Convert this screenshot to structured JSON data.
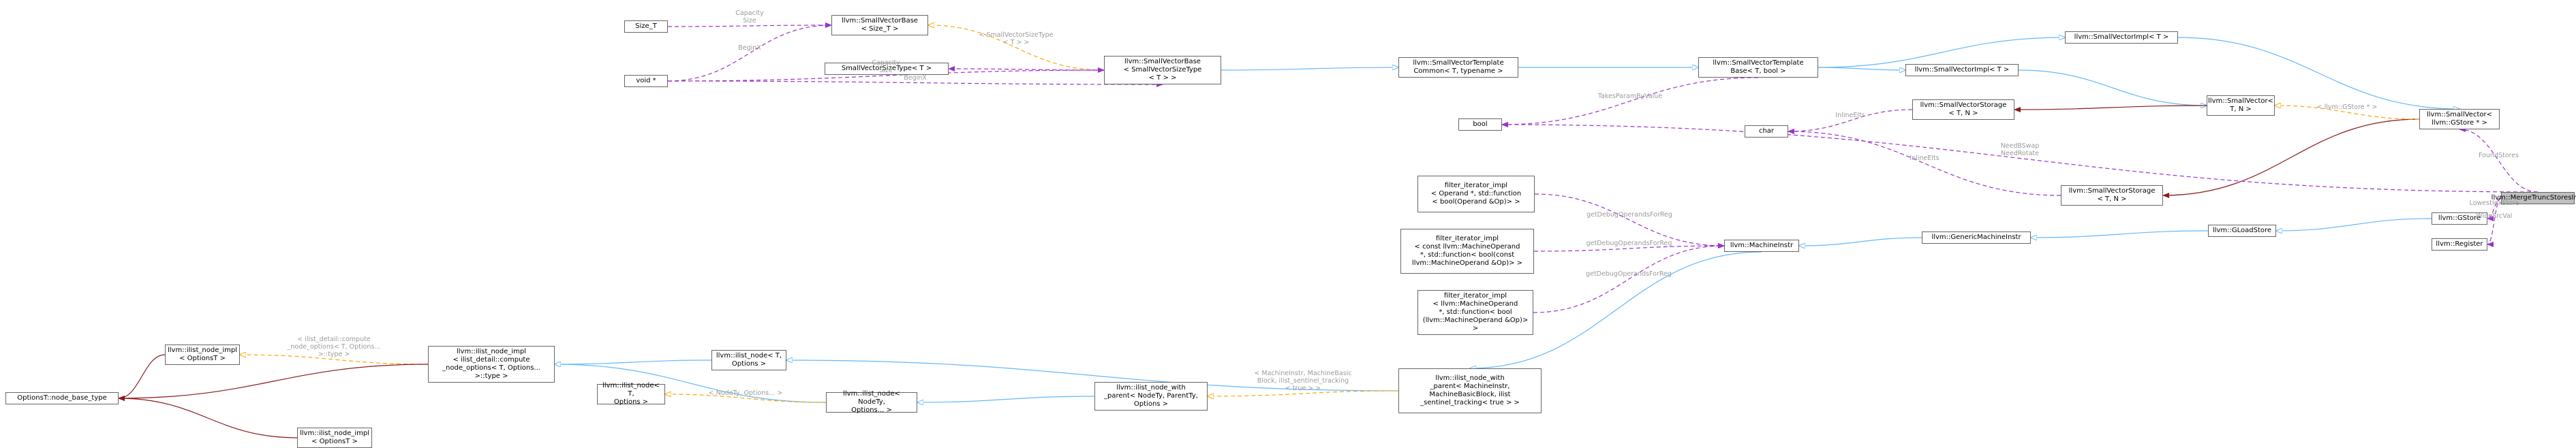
{
  "colors": {
    "inherit": "#63b8ff",
    "usage": "#9a32cd",
    "template": "#ffa500",
    "private": "#8b1a1a",
    "node_border": "#666666",
    "focus_fill": "#bfbfbf",
    "label": "#9a9a9a"
  },
  "nodes": {
    "merge": "llvm::MergeTruncStoresInfo",
    "smallvector_gstore": "llvm::SmallVector<\nllvm::GStore * >",
    "gstore": "llvm::GStore",
    "register": "llvm::Register",
    "gloadstore": "llvm::GLoadStore",
    "generic_mi": "llvm::GenericMachineInstr",
    "machineinstr": "llvm::MachineInstr",
    "fi1": "filter_iterator_impl\n< Operand *, std::function\n< bool(Operand &Op)> >",
    "fi2": "filter_iterator_impl\n< const llvm::MachineOperand\n *, std::function< bool(const\n llvm::MachineOperand &Op)> >",
    "fi3": "filter_iterator_impl\n< llvm::MachineOperand\n *, std::function< bool\n(llvm::MachineOperand &Op)> >",
    "ilnwp_mi": "llvm::ilist_node_with\n_parent< MachineInstr,\n MachineBasicBlock, ilist\n_sentinel_tracking< true > >",
    "ilnwp_tpl": "llvm::ilist_node_with\n_parent< NodeTy, ParentTy,\n Options >",
    "iln_nodety": "llvm::ilist_node< NodeTy,\n Options... >",
    "iln_t1": "llvm::ilist_node< T,\n Options >",
    "iln_t2": "llvm::ilist_node< T,\n Options >",
    "ilni_detail": "llvm::ilist_node_impl\n< ilist_detail::compute\n_node_options< T, Options...\n >::type >",
    "ilni_opts1": "llvm::ilist_node_impl\n< OptionsT >",
    "ilni_opts2": "llvm::ilist_node_impl\n< OptionsT >",
    "options_nbt": "OptionsT::node_base_type",
    "sv_t_n": "llvm::SmallVector<\n T, N >",
    "svimpl_top": "llvm::SmallVectorImpl< T >",
    "svimpl_mid": "llvm::SmallVectorImpl< T >",
    "svstorage_1": "llvm::SmallVectorStorage\n< T, N >",
    "svstorage_2": "llvm::SmallVectorStorage\n< T, N >",
    "char": "char",
    "bool": "bool",
    "svtb": "llvm::SmallVectorTemplate\nBase< T, bool >",
    "svtc": "llvm::SmallVectorTemplate\nCommon< T, typename >",
    "svb_type": "llvm::SmallVectorBase\n< SmallVectorSizeType\n< T > >",
    "svst": "SmallVectorSizeType< T >",
    "svb_sizet": "llvm::SmallVectorBase\n< Size_T >",
    "size_t": "Size_T",
    "voidp": "void *"
  },
  "edge_labels": {
    "found_stores": "FoundStores",
    "need_bswap": "NeedBSwap\nNeedRotate",
    "lowest_idx_store": "LowestIdxStore",
    "wide_src_val": "WideSrcVal",
    "gstore_args": "< llvm::GStore * >",
    "inline_elts_1": "InlineElts",
    "inline_elts_2": "InlineElts",
    "takes_param": "TakesParamByValue",
    "capacity_1": "Capacity\nSize",
    "begin_x_1": "BeginX",
    "capacity_2": "Capacity\nSize",
    "begin_x_2": "BeginX",
    "sizetype_args": "< SmallVectorSizeType\n< T > >",
    "debug_1": "getDebugOperandsForReg",
    "debug_2": "getDebugOperandsForReg",
    "debug_3": "getDebugOperandsForReg",
    "mi_args": "< MachineInstr, MachineBasic\nBlock, ilist_sentinel_tracking\n< true > >",
    "nodety_args": "< NodeTy, Options... >",
    "compute_args": "< ilist_detail::compute\n_node_options< T, Options...\n >::type >"
  }
}
